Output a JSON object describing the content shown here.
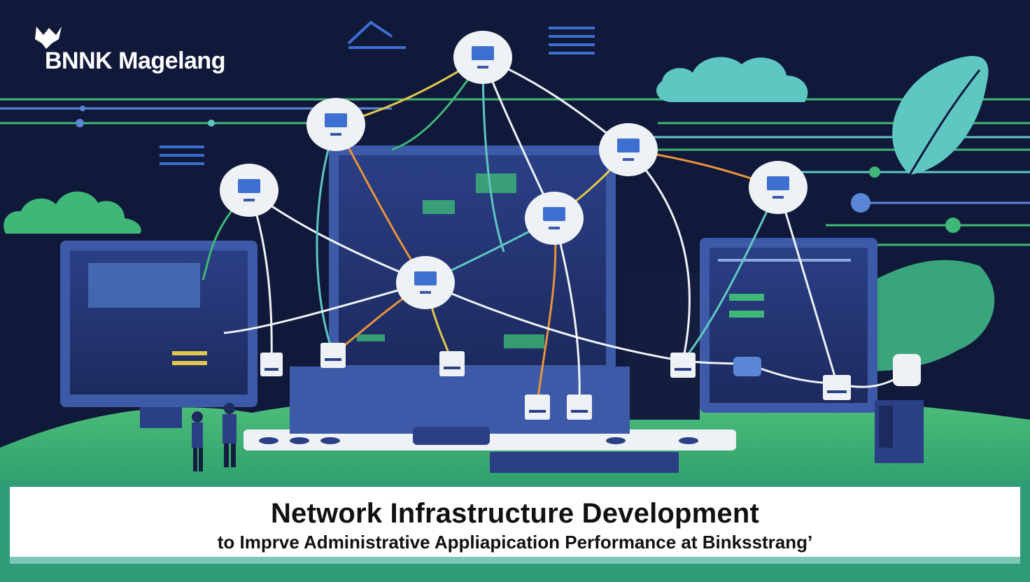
{
  "brand": {
    "logo_text": "BNNK Magelang",
    "logo_icon": "bird-emblem-icon"
  },
  "banner": {
    "title": "Network Infrastructure Development",
    "subtitle": "to Imprve Administrative Appliapication Performance at Binksstrang’"
  },
  "colors": {
    "background": "#10193a",
    "accent_green": "#3fb877",
    "accent_teal": "#5fc7c2",
    "accent_blue": "#3d5aa8",
    "node_white": "#eef2f7",
    "cable_orange": "#e8933a",
    "cable_yellow": "#e2c84a",
    "banner_white": "#ffffff"
  }
}
